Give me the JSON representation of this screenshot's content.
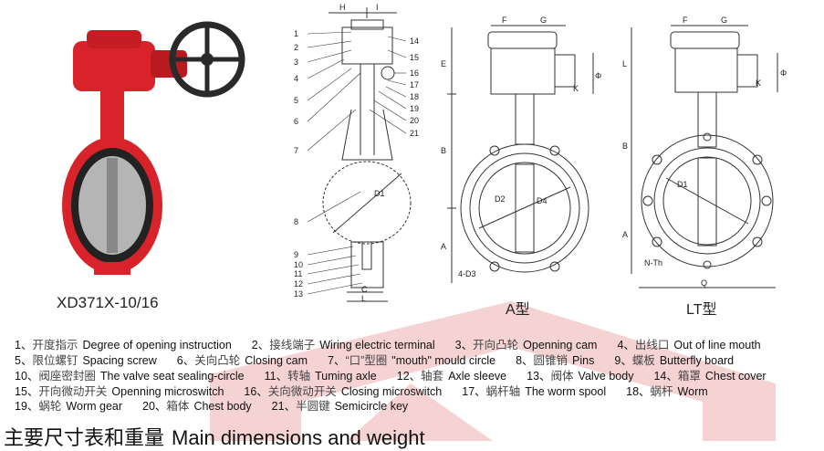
{
  "product": {
    "model_caption": "XD371X-10/16"
  },
  "section_drawing": {
    "top_labels": [
      "H",
      "I"
    ],
    "left_numbers": [
      "1",
      "2",
      "3",
      "4",
      "5",
      "6",
      "7",
      "8",
      "9",
      "10",
      "11",
      "12",
      "13"
    ],
    "right_numbers": [
      "14",
      "15",
      "16",
      "17",
      "18",
      "19",
      "20",
      "21"
    ],
    "dim_labels": {
      "d1": "D1",
      "c": "C",
      "l": "L"
    }
  },
  "a_type": {
    "caption": "A型",
    "dims": {
      "f": "F",
      "g": "G",
      "e": "E",
      "b": "B",
      "a": "A",
      "k": "K",
      "phi": "Φ",
      "d2": "D2",
      "d4": "D4",
      "d3": "4-D3"
    }
  },
  "lt_type": {
    "caption": "LT型",
    "dims": {
      "f": "F",
      "g": "G",
      "l": "L",
      "b": "B",
      "a": "A",
      "k": "K",
      "phi": "Φ",
      "d1": "D1",
      "nth": "N-Th",
      "q": "Q"
    }
  },
  "legend": {
    "rows": [
      [
        {
          "num": "1、",
          "zh": "开度指示",
          "en": "Degree of opening instruction"
        },
        {
          "num": "2、",
          "zh": "接线端子",
          "en": "Wiring electric terminal"
        },
        {
          "num": "3、",
          "zh": "开向凸轮",
          "en": "Openning cam"
        },
        {
          "num": "4、",
          "zh": "出线口",
          "en": "Out of line mouth"
        }
      ],
      [
        {
          "num": "5、",
          "zh": "限位螺钉",
          "en": "Spacing screw"
        },
        {
          "num": "6、",
          "zh": "关向凸轮",
          "en": "Closing cam"
        },
        {
          "num": "7、",
          "zh": "“口”型圈",
          "en": "\"mouth\" mould circle"
        },
        {
          "num": "8、",
          "zh": "圆锥销",
          "en": "Pins"
        },
        {
          "num": "9、",
          "zh": "蝶板",
          "en": "Butterfly board"
        }
      ],
      [
        {
          "num": "10、",
          "zh": "阀座密封圈",
          "en": "The valve seat sealing-circle"
        },
        {
          "num": "11、",
          "zh": "转轴",
          "en": "Tuming axle"
        },
        {
          "num": "12、",
          "zh": "轴套",
          "en": "Axle sleeve"
        },
        {
          "num": "13、",
          "zh": "阀体",
          "en": "Valve body"
        },
        {
          "num": "14、",
          "zh": "箱罩",
          "en": "Chest cover"
        }
      ],
      [
        {
          "num": "15、",
          "zh": "开向微动开关",
          "en": "Openning microswitch"
        },
        {
          "num": "16、",
          "zh": "关向微动开关",
          "en": "Closing microswitch"
        },
        {
          "num": "17、",
          "zh": "蜗杆轴",
          "en": "The worm spool"
        },
        {
          "num": "18、",
          "zh": "蜗杆",
          "en": "Worm"
        }
      ],
      [
        {
          "num": "19、",
          "zh": "蜗轮",
          "en": "Worm gear"
        },
        {
          "num": "20、",
          "zh": "箱体",
          "en": "Chest body"
        },
        {
          "num": "21、",
          "zh": "半圆键",
          "en": "Semicircle key"
        }
      ]
    ]
  },
  "section_heading": {
    "zh": "主要尺寸表和重量",
    "en": "Main dimensions and weight"
  },
  "colors": {
    "watermark": "#f3c9c9",
    "valve_red": "#d8232a",
    "handwheel": "#2a2a2a"
  }
}
